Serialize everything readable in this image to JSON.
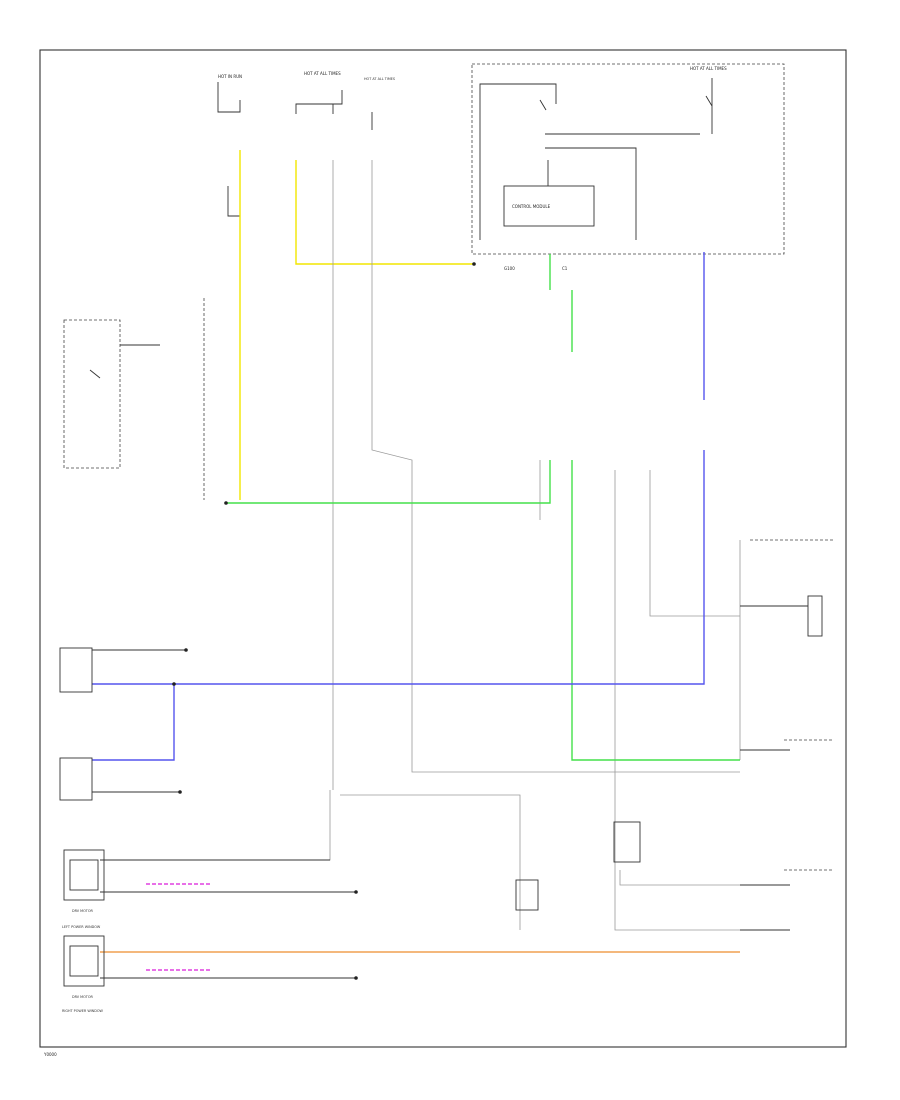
{
  "colors": {
    "yellow": "#f2e600",
    "green": "#44e04a",
    "blue": "#5555ee",
    "orange": "#f0a050",
    "pink": "#e040e0",
    "line": "#333333"
  },
  "labels": {
    "footer": "Y0000",
    "left_power_window": "LEFT POWER WINDOW",
    "right_power_window": "RIGHT POWER WINDOW",
    "left_motor": "DRV MOTOR",
    "right_motor": "DRV MOTOR",
    "top_fuse_a": "HOT IN RUN",
    "top_fuse_b": "HOT AT ALL TIMES",
    "top_fuse_c": "HOT AT ALL TIMES",
    "relay_box": "HOT AT ALL TIMES",
    "control_unit": "CONTROL MODULE",
    "connector_s": "G100",
    "connector_t": "C1"
  }
}
